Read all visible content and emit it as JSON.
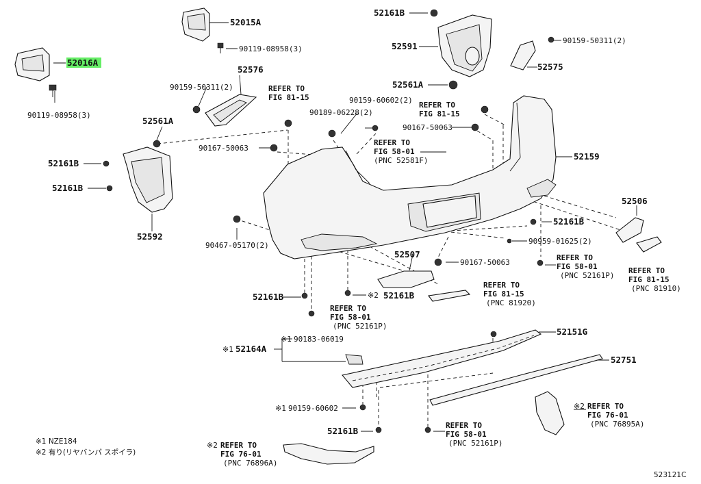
{
  "diagram": {
    "parts": {
      "p52015A": "52015A",
      "p52016A": "52016A",
      "p52576": "52576",
      "p52561A_left": "52561A",
      "p52161B_l1": "52161B",
      "p52161B_l2": "52161B",
      "p52592": "52592",
      "p52161B_top": "52161B",
      "p52591": "52591",
      "p52561A_mid": "52561A",
      "p52575": "52575",
      "p52159": "52159",
      "p52506": "52506",
      "p52161B_right": "52161B",
      "p52507": "52507",
      "p52161B_bl": "52161B",
      "p52161B_bm": "52161B",
      "p52151G": "52151G",
      "p52164A": "52164A",
      "p52751": "52751",
      "p52161B_bottom": "52161B"
    },
    "fasteners": {
      "f_90119_a": "90119-08958(3)",
      "f_90119_b": "90119-08958(3)",
      "f_90159_50311_left": "90159-50311(2)",
      "f_90159_50311_right": "90159-50311(2)",
      "f_90159_60602": "90159-60602(2)",
      "f_90189": "90189-06228(2)",
      "f_90167_a": "90167-50063",
      "f_90167_b": "90167-50063",
      "f_90167_c": "90167-50063",
      "f_90467": "90467-05170(2)",
      "f_90959": "90959-01625(2)",
      "f_90183": "90183-06019",
      "f_90159_60602_b": "90159-60602"
    },
    "refers": {
      "r1": [
        "REFER TO",
        "FIG 81-15"
      ],
      "r2": [
        "REFER TO",
        "FIG 81-15"
      ],
      "r3": [
        "REFER TO",
        "FIG 58-01",
        "(PNC 52581F)"
      ],
      "r4": [
        "REFER TO",
        "FIG 58-01",
        "(PNC 52161P)"
      ],
      "r5": [
        "REFER TO",
        "FIG 81-15",
        "(PNC 81910)"
      ],
      "r6": [
        "REFER TO",
        "FIG 81-15",
        "(PNC 81920)"
      ],
      "r7": [
        "REFER TO",
        "FIG 58-01",
        "(PNC 52161P)"
      ],
      "r8": [
        "REFER TO",
        "FIG 76-01",
        "(PNC 76895A)"
      ],
      "r9": [
        "REFER TO",
        "FIG 58-01",
        "(PNC 52161P)"
      ],
      "r10": [
        "REFER TO",
        "FIG 76-01",
        "(PNC 76896A)"
      ]
    },
    "marks": {
      "m1": "※1",
      "m2": "※2",
      "m3": "※1",
      "m4": "※1",
      "m5": "※2",
      "m6": "※2"
    },
    "notes": [
      "※1 NZE184",
      "※2 有り(リヤバンパ スポイラ)"
    ],
    "figure_code": "523121C",
    "highlight_color": "#66ee66"
  }
}
